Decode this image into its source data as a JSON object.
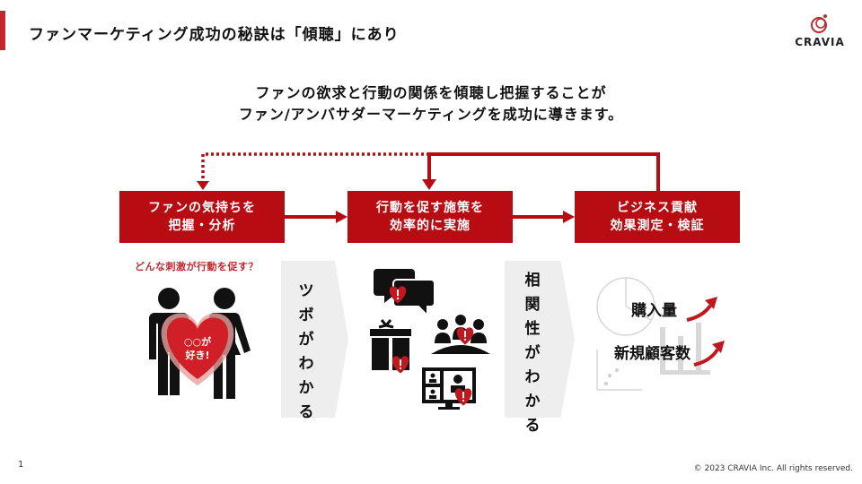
{
  "header": {
    "title": "ファンマーケティング成功の秘訣は「傾聴」にあり",
    "logo_text": "CRAVIA"
  },
  "headline": {
    "line1": "ファンの欲求と行動の関係を傾聴し把握することが",
    "line2": "ファン/アンバサダーマーケティングを成功に導きます。"
  },
  "colors": {
    "accent": "#b70d12",
    "brand_red": "#c0282d",
    "chevron_bg": "#eeeeee"
  },
  "flow": {
    "steps": [
      {
        "line1": "ファンの気持ちを",
        "line2": "把握・分析"
      },
      {
        "line1": "行動を促す施策を",
        "line2": "効率的に実施"
      },
      {
        "line1": "ビジネス貢献",
        "line2": "効果測定・検証"
      }
    ]
  },
  "section1": {
    "question": "どんな刺激が行動を促す？",
    "heart_line1": "○○が",
    "heart_line2": "好き!",
    "chevron_chars": [
      "ツ",
      "ボ",
      "が",
      "わ",
      "か",
      "る"
    ]
  },
  "section2": {
    "icons": [
      "chat-bubbles-icon",
      "gift-icon",
      "group-icon",
      "video-call-icon"
    ],
    "chevron_chars": [
      "相",
      "関",
      "性",
      "が",
      "わ",
      "か",
      "る"
    ]
  },
  "section3": {
    "metrics": [
      "購入量",
      "新規顧客数"
    ]
  },
  "footer": {
    "page_number": "1",
    "copyright": "© 2023 CRAVIA Inc. All rights reserved."
  }
}
